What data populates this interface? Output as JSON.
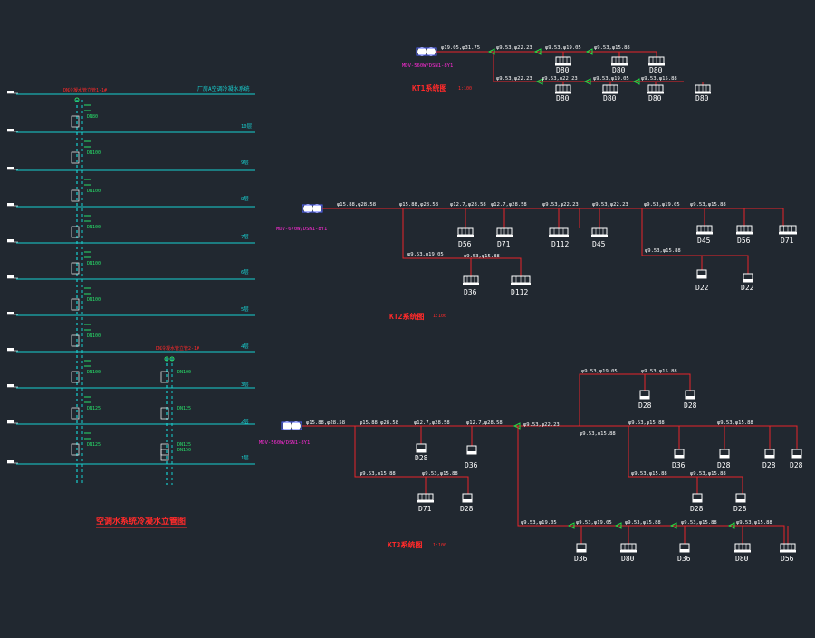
{
  "colors": {
    "bg": "#212830",
    "pipe": "#e8252a",
    "floor": "#18d0d0",
    "riser": "#28e06a",
    "label": "#ffffff",
    "magenta": "#ff2bd6",
    "title": "#ff2a2a",
    "arrow": "#22dd44"
  },
  "riser": {
    "header_left": "DN冷凝水管立管1-1#",
    "header_right": "厂房A空调冷凝水系统",
    "floors": [
      "10层",
      "9层",
      "8层",
      "7层",
      "6层",
      "5层",
      "4层",
      "3层",
      "2层",
      "1层"
    ],
    "dn_left": [
      "DN80",
      "DN100",
      "DN100",
      "DN100",
      "DN100",
      "DN100",
      "DN100",
      "DN100",
      "DN125",
      "DN125"
    ],
    "header_second": "DN冷凝水管立管2-1#",
    "dn_right": [
      "DN100",
      "DN125",
      "DN125",
      "DN150"
    ],
    "title": "空调水系统冷凝水立管图"
  },
  "kt1": {
    "unit": "MDV-560W/DSN1-8Y1",
    "title": "KT1系统图",
    "scale": "1:100",
    "pipes": [
      "φ19.05,φ31.75",
      "φ9.53,φ22.23",
      "φ9.53,φ19.05",
      "φ9.53,φ15.88",
      "φ9.53,φ22.23",
      "φ9.53,φ22.23",
      "φ9.53,φ19.05",
      "φ9.53,φ15.88"
    ],
    "units": [
      "D80",
      "D80",
      "D80",
      "D80",
      "D80",
      "D80",
      "D80"
    ]
  },
  "kt2": {
    "unit": "MDV-670W/DSN1-8Y1",
    "title": "KT2系统图",
    "scale": "1:100",
    "pipes": [
      "φ15.88,φ28.58",
      "φ15.88,φ28.58",
      "φ12.7,φ28.58",
      "φ12.7,φ28.58",
      "φ9.53,φ22.23",
      "φ9.53,φ22.23",
      "φ9.53,φ19.05",
      "φ9.53,φ15.88",
      "φ9.53,φ19.05",
      "φ9.53,φ15.88",
      "φ9.53,φ15.88"
    ],
    "units": [
      "D56",
      "D71",
      "D112",
      "D45",
      "D45",
      "D56",
      "D71",
      "D36",
      "D112",
      "D22",
      "D22"
    ]
  },
  "kt3": {
    "unit": "MDV-560W/DSN1-8Y1",
    "title": "KT3系统图",
    "scale": "1:100",
    "pipes": [
      "φ15.88,φ28.58",
      "φ15.88,φ28.58",
      "φ12.7,φ28.58",
      "φ12.7,φ28.58",
      "φ9.53,φ22.23",
      "φ9.53,φ15.88",
      "φ9.53,φ15.88",
      "φ9.53,φ19.05",
      "φ9.53,φ15.88",
      "φ9.53,φ15.88",
      "φ9.53,φ15.88",
      "φ9.53,φ15.88",
      "φ9.53,φ15.88",
      "φ9.53,φ15.88",
      "φ9.53,φ19.05",
      "φ9.53,φ19.05",
      "φ9.53,φ15.88",
      "φ9.53,φ15.88"
    ],
    "units": [
      "D28",
      "D36",
      "D71",
      "D28",
      "D28",
      "D28",
      "D36",
      "D28",
      "D28",
      "D28",
      "D28",
      "D28",
      "D36",
      "D80",
      "D36",
      "D80",
      "D56"
    ]
  }
}
